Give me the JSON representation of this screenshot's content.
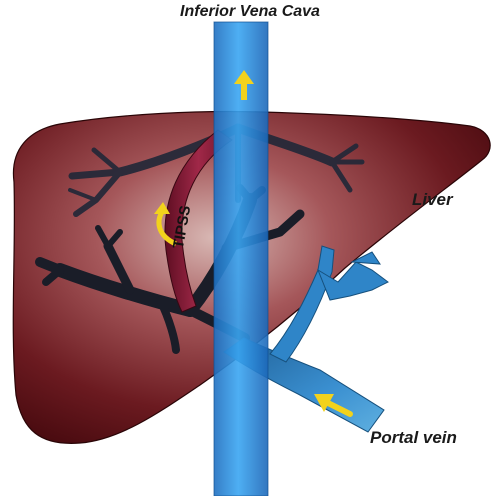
{
  "labels": {
    "ivc": "Inferior Vena Cava",
    "liver": "Liver",
    "tipss": "TIPSS",
    "portal": "Portal vein"
  },
  "colors": {
    "liver_dark": "#5a0f14",
    "liver_light": "#c9a39f",
    "hepatic_vein": "#1c2130",
    "portal_vein": "#2f8fd0",
    "ivc": "#2a8fe0",
    "tipss": "#8a1a35",
    "arrow": "#f2d21c"
  },
  "icons": [
    "flow-arrow-up-icon",
    "flow-arrow-curved-icon",
    "flow-arrow-diagonal-icon"
  ]
}
